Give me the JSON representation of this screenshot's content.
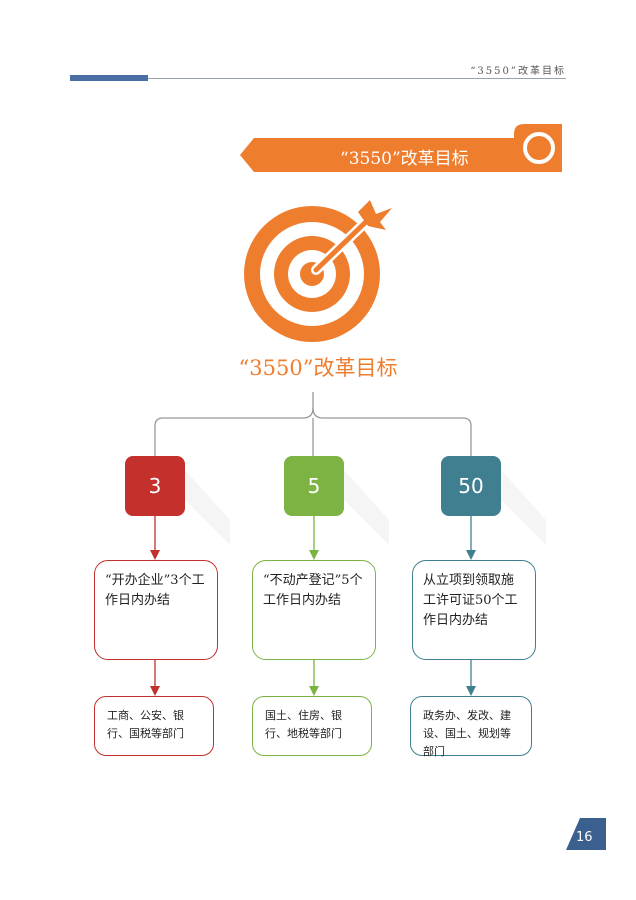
{
  "header": {
    "running_title": "“3550”改革目标"
  },
  "banner": {
    "title": "“3550”改革目标"
  },
  "target": {
    "title": "“3550”改革目标"
  },
  "branches": [
    {
      "value": "3",
      "color": "#c4302b",
      "goal": "“开办企业”3个工作日内办结",
      "departments": "工商、公安、银行、国税等部门"
    },
    {
      "value": "5",
      "color": "#7cb342",
      "goal": "“不动产登记”5个工作日内办结",
      "departments": "国土、住房、银行、地税等部门"
    },
    {
      "value": "50",
      "color": "#3f7f8f",
      "goal": "从立项到领取施工许可证50个工作日内办结",
      "departments": "政务办、发改、建设、国土、规划等部门"
    }
  ],
  "page": {
    "number": "16"
  },
  "colors": {
    "accent": "#ef7d2e",
    "header_blue": "#4a6fa5"
  }
}
